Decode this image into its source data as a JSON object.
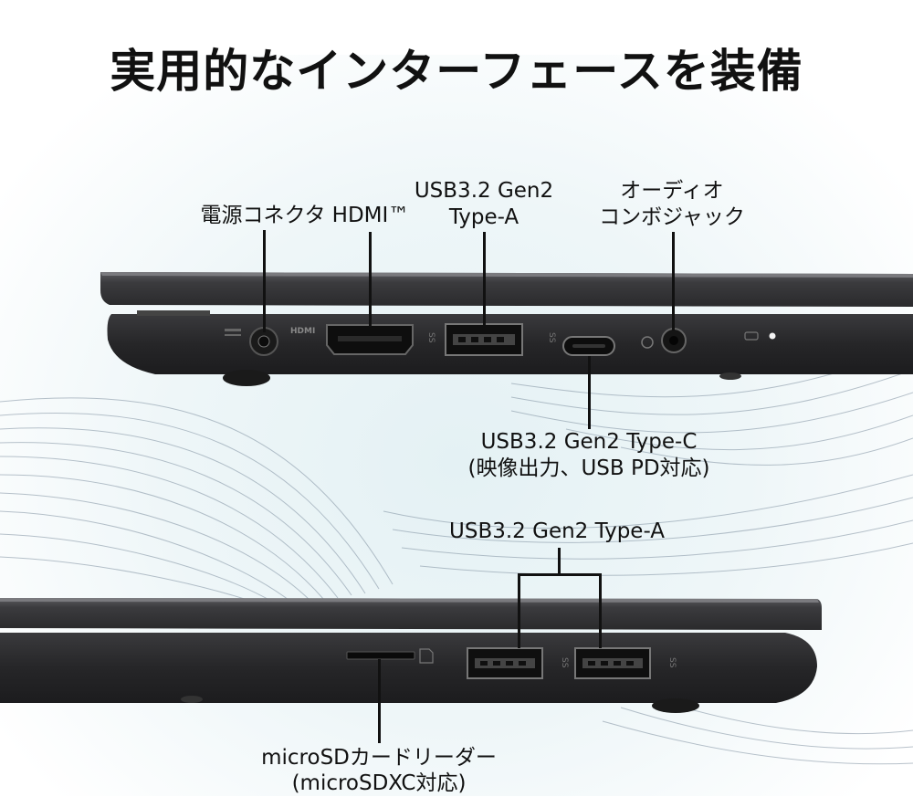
{
  "title": "実用的なインターフェースを装備",
  "callouts": {
    "power": "電源コネクタ",
    "hdmi": "HDMI™",
    "usba_top_line1": "USB3.2 Gen2",
    "usba_top_line2": "Type-A",
    "audio_line1": "オーディオ",
    "audio_line2": "コンボジャック",
    "usbc_line1": "USB3.2 Gen2 Type-C",
    "usbc_line2": "(映像出力、USB PD対応)",
    "usba_bottom": "USB3.2 Gen2 Type-A",
    "microsd_line1": "microSDカードリーダー",
    "microsd_line2": "(microSDXC対応)"
  },
  "port_marks": {
    "hdmi_mark": "HDMI"
  },
  "colors": {
    "laptop_body": "#2a2a2c",
    "laptop_edge": "#3d3d40",
    "background_tint": "#e4f1f4",
    "wave_lines": "#8a9aa8"
  }
}
